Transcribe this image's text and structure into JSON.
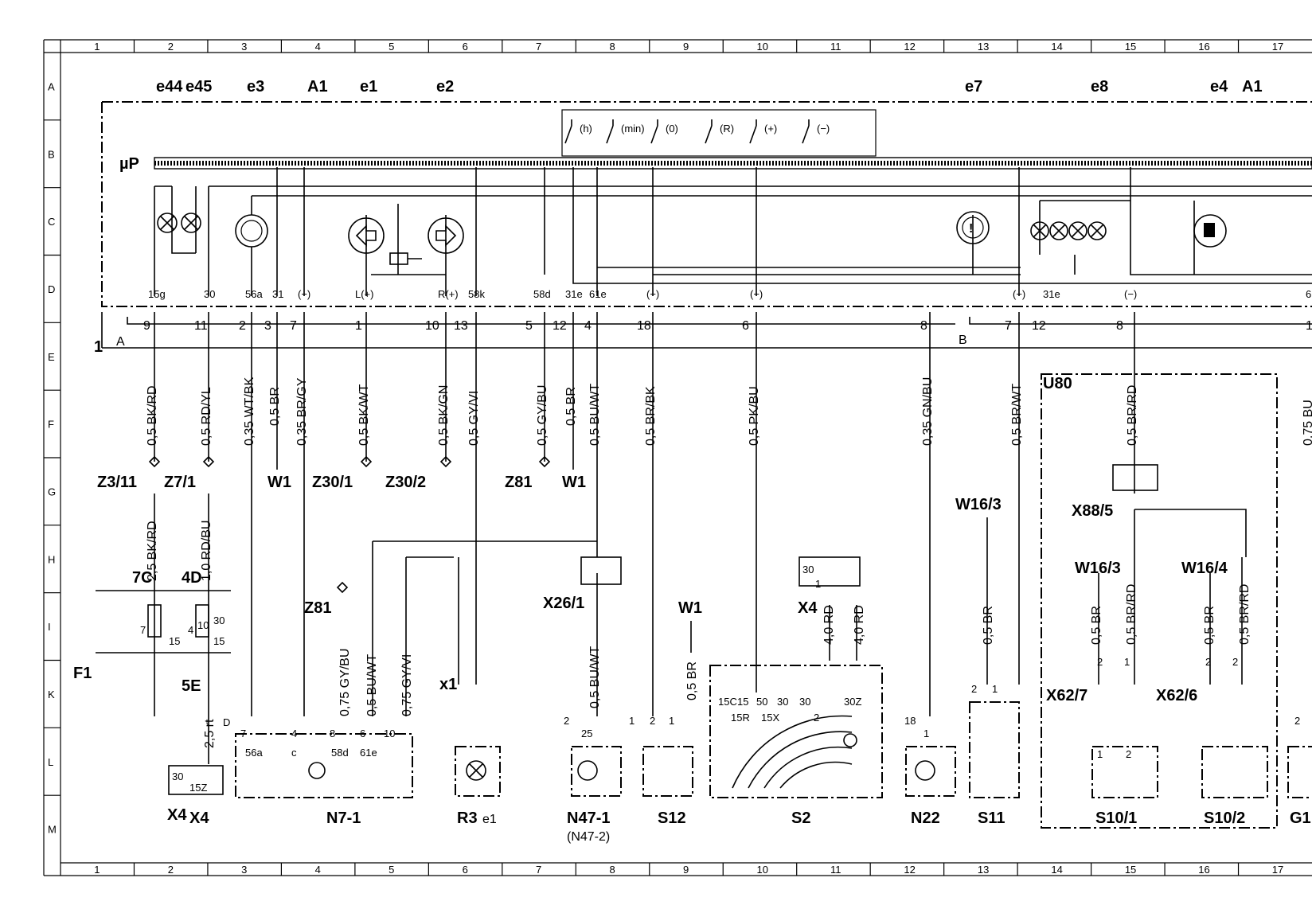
{
  "grid": {
    "columns": [
      "1",
      "2",
      "3",
      "4",
      "5",
      "6",
      "7",
      "8",
      "9",
      "10",
      "11",
      "12",
      "13",
      "14",
      "15",
      "16",
      "17"
    ],
    "rows": [
      "A",
      "B",
      "C",
      "D",
      "E",
      "F",
      "G",
      "H",
      "I",
      "K",
      "L",
      "M"
    ]
  },
  "top_labels": [
    "e44",
    "e45",
    "e3",
    "A1",
    "e1",
    "e2",
    "e7",
    "e8",
    "e4",
    "A1"
  ],
  "mu_p": "µP",
  "switch_labels": [
    "(h)",
    "(min)",
    "(0)",
    "(R)",
    "(+)",
    "(−)"
  ],
  "connector_top": [
    "15g",
    "30",
    "56a",
    "31",
    "(−)",
    "L(+)",
    "R(+)",
    "58k",
    "58d",
    "31e",
    "61e",
    "(−)",
    "(−)",
    "(−)",
    "31e",
    "(−)",
    "6"
  ],
  "connector_bottom": [
    "9",
    "11",
    "2",
    "3",
    "7",
    "1",
    "10",
    "13",
    "5",
    "12",
    "4",
    "18",
    "6",
    "8",
    "7",
    "12",
    "8",
    "1"
  ],
  "row_markers": [
    "1",
    "A",
    "B"
  ],
  "wires_upper": [
    "0,5 BK/RD",
    "0,5 RD/YL",
    "0,35 WT/BK",
    "0,5 BR",
    "0,35 BR/GY",
    "0,5 BK/WT",
    "0,5 BK/GN",
    "0,5 GY/VI",
    "0,5 GY/BU",
    "0,5 BR",
    "0,5 BU/WT",
    "0,5 BR/BK",
    "0,5 PK/BU",
    "0,35 GN/BU",
    "0,5 BR/WT",
    "0,5 BR/RD",
    "0,75 BU"
  ],
  "splices": [
    "Z3/11",
    "Z7/1",
    "Z30/1",
    "Z30/2",
    "Z81",
    "Z81"
  ],
  "ground_labels": [
    "W1",
    "W1",
    "W1",
    "W16/3",
    "W16/3",
    "W16/4"
  ],
  "connectors": [
    "X88/5",
    "X26/1",
    "X4",
    "X4",
    "X62/7",
    "X62/6",
    "x1",
    "U80"
  ],
  "wires_lower": [
    "2,5 BK/RD",
    "1,0 RD/BU",
    "0,75 GY/BU",
    "0,5 BU/WT",
    "0,75 GY/VI",
    "0,5 BU/WT",
    "0,5 BR",
    "4,0 RD",
    "4,0 RD",
    "0,5 BR",
    "0,5 BR",
    "0,5 BR/RD",
    "0,5 BR",
    "0,5 BR/RD",
    "2,5 rt"
  ],
  "fuse_labels": [
    "7C",
    "4D",
    "5E",
    "7",
    "15",
    "4",
    "10",
    "15",
    "30",
    "F1"
  ],
  "pins_misc": [
    "D",
    "7",
    "4",
    "8",
    "6",
    "10",
    "56a",
    "c",
    "58d",
    "61e",
    "2",
    "25",
    "1",
    "2",
    "1",
    "18",
    "1",
    "2",
    "1",
    "2",
    "1",
    "2",
    "2",
    "30",
    "15Z",
    "15C",
    "15",
    "50",
    "30",
    "30",
    "30Z",
    "15R",
    "15X",
    "2",
    "30",
    "1",
    "2",
    "1",
    "2"
  ],
  "components": [
    "X4",
    "N7-1",
    "R3",
    "e1",
    "N47-1",
    "(N47-2)",
    "S12",
    "S2",
    "N22",
    "S11",
    "S10/1",
    "S10/2",
    "G1"
  ]
}
